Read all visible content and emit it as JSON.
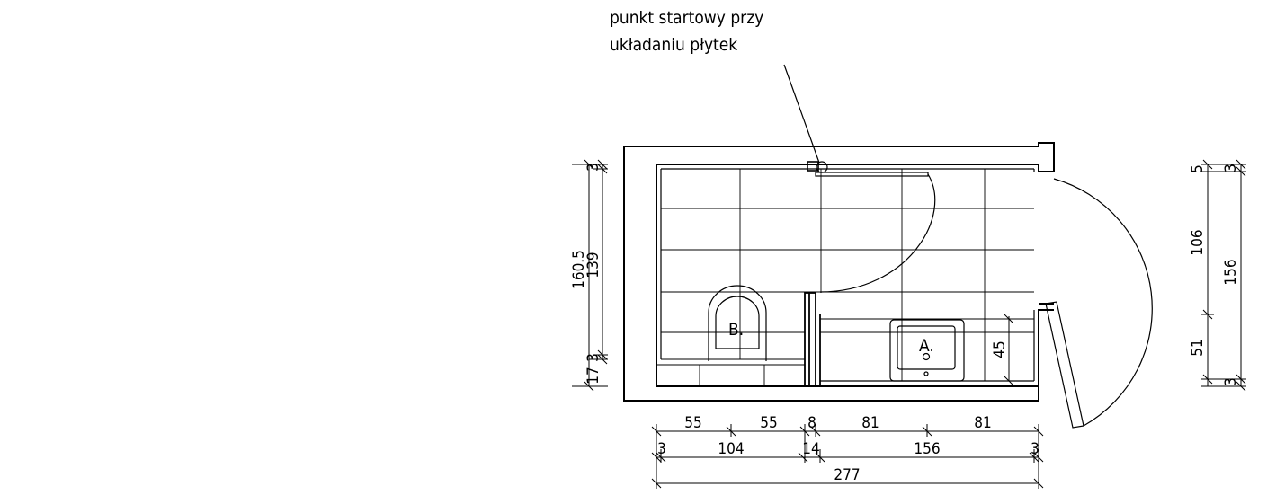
{
  "annotation": {
    "line1": "punkt startowy przy",
    "line2": "układaniu płytek"
  },
  "fixtures": {
    "sink_label": "A.",
    "toilet_label": "B."
  },
  "dimensions": {
    "left_total": "160.5",
    "left_inner": "139",
    "left_top_small": "3",
    "left_bottom_small": "3",
    "left_wall": "17",
    "right_top_small": "3",
    "right_top": "5",
    "right_door": "106",
    "right_total": "156",
    "right_bottom": "51",
    "right_bottom_small": "3",
    "sink_depth": "45",
    "row1": [
      "55",
      "55",
      "8",
      "81",
      "81"
    ],
    "row2": [
      "3",
      "104",
      "14",
      "156",
      "3"
    ],
    "row3_total": "277"
  },
  "colors": {
    "line": "#000000",
    "background": "#ffffff"
  }
}
